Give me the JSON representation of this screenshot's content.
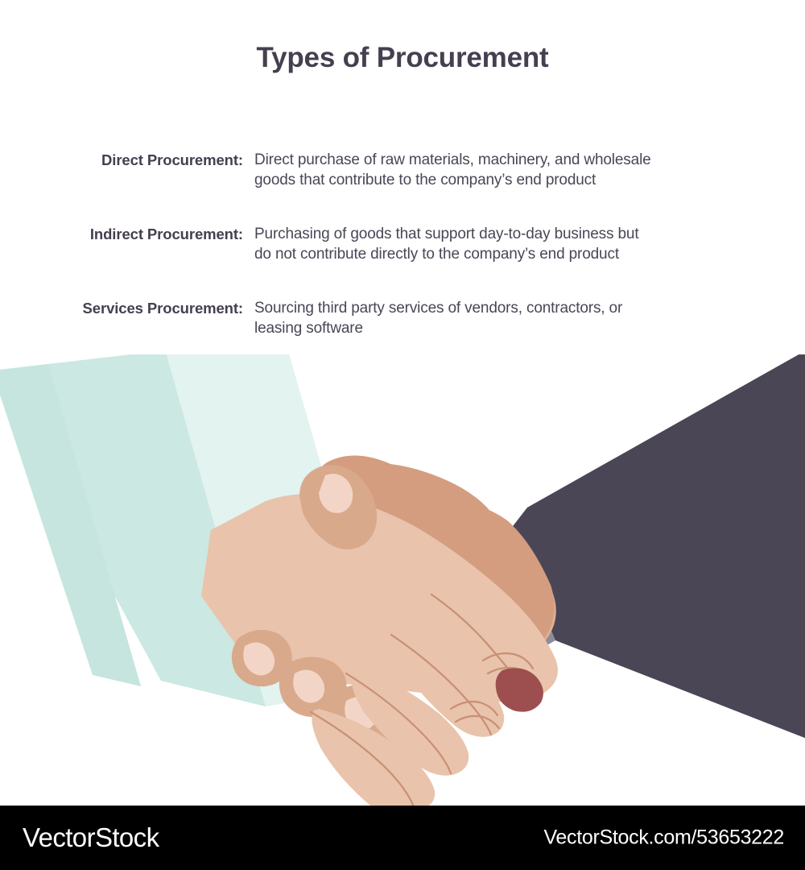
{
  "page": {
    "title": "Types of Procurement",
    "background_color": "#ffffff",
    "text_color": "#453f4f"
  },
  "rows": [
    {
      "label": "Direct Procurement:",
      "desc_line1": "Direct purchase of raw materials, machinery, and wholesale",
      "desc_line2": "goods that contribute to the company’s end product"
    },
    {
      "label": "Indirect Procurement:",
      "desc_line1": "Purchasing of goods that support day-to-day business but",
      "desc_line2": "do not contribute directly to the company’s end product"
    },
    {
      "label": "Services Procurement:",
      "desc_line1": "Sourcing third party services of vendors, contractors, or",
      "desc_line2": "leasing software"
    }
  ],
  "illustration": {
    "name": "handshake-illustration",
    "colors": {
      "left_sleeve": "#cbe8e2",
      "left_cuff": "#e2f3f0",
      "right_sleeve": "#4a4655",
      "right_cuff": "#8d8d98",
      "skin_light": "#e9c3ab",
      "skin_mid": "#dfae92",
      "skin_dark": "#d49d7f",
      "nail_light": "#f2d5c6",
      "nail_red": "#9d4f50",
      "line": "#c79074"
    }
  },
  "footer": {
    "logo": "VectorStock",
    "url": "VectorStock.com/53653222",
    "background_color": "#000000",
    "text_color": "#ffffff"
  }
}
